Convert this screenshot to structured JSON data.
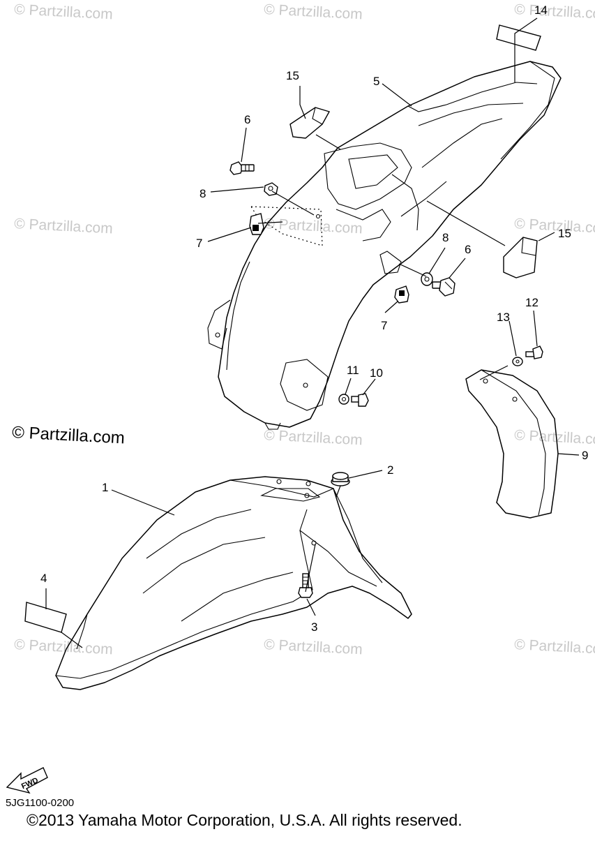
{
  "watermark": "© Partzilla.com",
  "brand_mark": "© Partzilla.com",
  "fwd_label": "FWD",
  "diagram_code": "5JG1100-0200",
  "copyright": "©2013 Yamaha Motor Corporation, U.S.A. All rights reserved.",
  "callouts": [
    "1",
    "2",
    "3",
    "4",
    "5",
    "6",
    "6",
    "7",
    "7",
    "8",
    "8",
    "9",
    "10",
    "11",
    "12",
    "13",
    "14",
    "15",
    "15"
  ]
}
